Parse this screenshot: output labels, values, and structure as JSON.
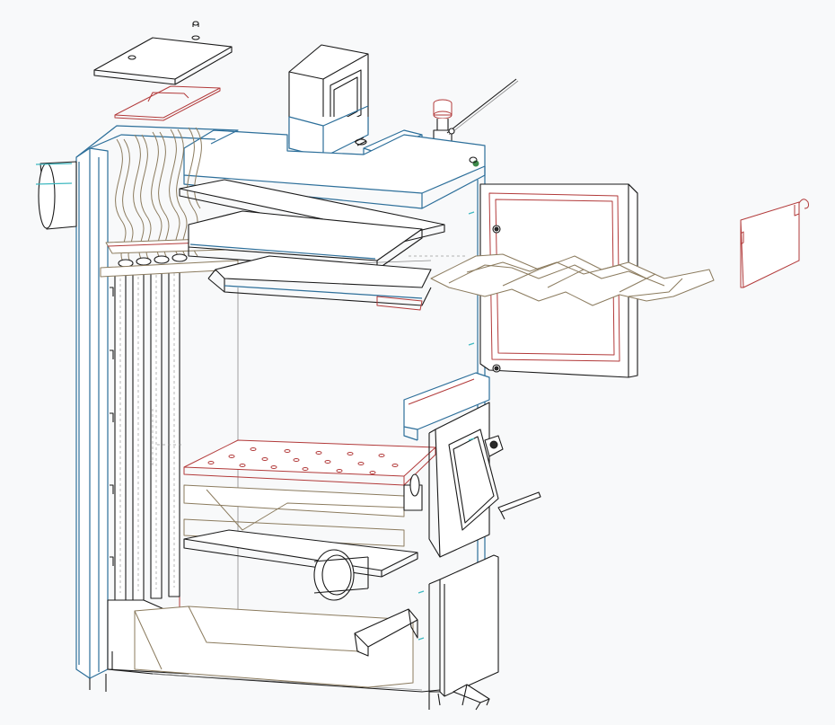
{
  "diagram": {
    "colors": {
      "outline": "#1a1a1a",
      "red": "#b23a3a",
      "blue": "#2d6f9a",
      "tan": "#8b7b5e",
      "cyan": "#3fb8c0",
      "green": "#3d8a4a",
      "background": "#f8f9fa"
    },
    "parts": [
      "top-cover-plate",
      "cover-gasket",
      "control-box",
      "control-panel",
      "safety-valve",
      "poker-rod",
      "boiler-body",
      "heat-exchanger-turbulators",
      "upper-baffle-1",
      "upper-baffle-2",
      "upper-door",
      "door-grate",
      "side-plate",
      "grate",
      "middle-door",
      "ash-deflector",
      "ash-pan",
      "ash-door",
      "smoke-pipe"
    ]
  }
}
